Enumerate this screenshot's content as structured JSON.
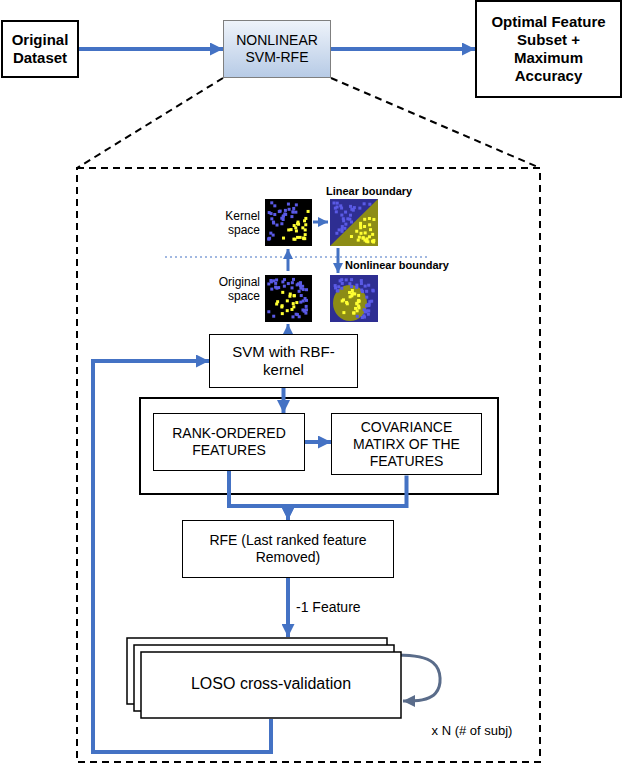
{
  "diagram": {
    "nodes": [
      {
        "text": [
          "Original Dataset"
        ]
      },
      {
        "text": [
          "NONLINEAR SVM-RFE"
        ]
      },
      {
        "text": [
          "Optimal Feature Subset + Maximum Accuracy"
        ]
      },
      {
        "text": [
          "SVM with RBF-kernel"
        ]
      },
      {
        "text": [
          "RANK-ORDERED FEATURES"
        ]
      },
      {
        "text": [
          "COVARIANCE MATIRX OF THE FEATURES"
        ]
      },
      {
        "text": [
          "RFE (Last ranked feature Removed)"
        ]
      },
      {
        "text": [
          "LOSO cross-validation"
        ]
      }
    ],
    "edges": [
      {
        "from": 0,
        "to": 1,
        "arrow": "to"
      },
      {
        "from": 1,
        "to": 2,
        "arrow": "to"
      },
      {
        "from": 3,
        "to": 4,
        "arrow": "to"
      },
      {
        "from": 4,
        "to": 5,
        "arrow": "to"
      },
      {
        "from": 4,
        "to": 6,
        "arrow": "to"
      },
      {
        "from": 5,
        "to": 6,
        "arrow": "to"
      },
      {
        "from": 6,
        "to": 7,
        "label": "-1 Feature",
        "arrow": "to"
      },
      {
        "from": 7,
        "to": 3,
        "arrow": "to"
      },
      {
        "from": 7,
        "to": 7,
        "arrow": "to"
      }
    ],
    "labels": [
      "Linear boundary",
      "Kernel space",
      "Nonlinear boundary",
      "Original space",
      "x N (# of subj)"
    ]
  }
}
